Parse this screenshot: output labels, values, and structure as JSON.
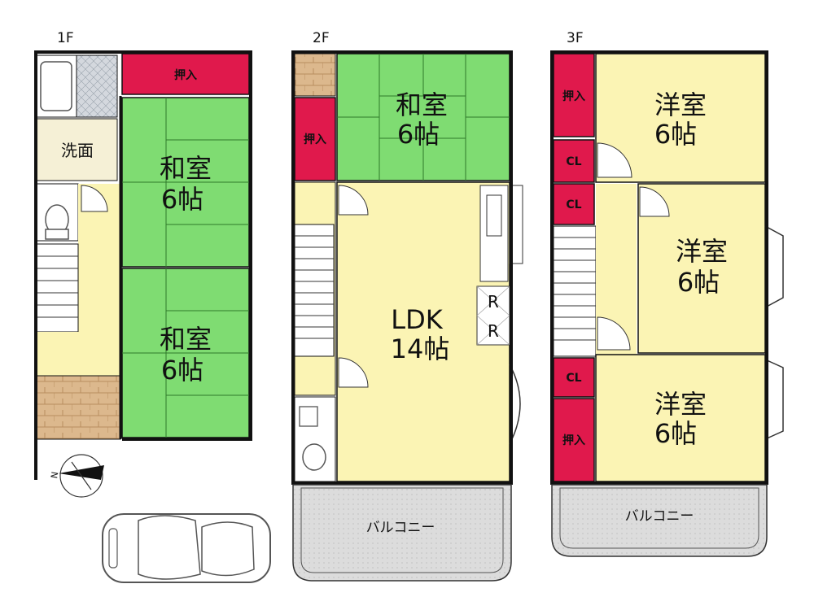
{
  "floors": {
    "f1": {
      "label": "1F",
      "closet_top": "押入",
      "washroom": "洗面",
      "room_upper": {
        "name": "和室",
        "size": "6帖"
      },
      "room_lower": {
        "name": "和室",
        "size": "6帖"
      }
    },
    "f2": {
      "label": "2F",
      "washitsu": {
        "name": "和室",
        "size": "6帖"
      },
      "closet": "押入",
      "ldk": {
        "name": "LDK",
        "size": "14帖"
      },
      "fridge_mark": "R",
      "fridge_mark2": "R",
      "balcony": "バルコニー"
    },
    "f3": {
      "label": "3F",
      "closet_top": "押入",
      "cl1": "CL",
      "cl2": "CL",
      "cl3": "CL",
      "closet_bottom": "押入",
      "room_top": {
        "name": "洋室",
        "size": "6帖"
      },
      "room_mid": {
        "name": "洋室",
        "size": "6帖"
      },
      "room_bottom": {
        "name": "洋室",
        "size": "6帖"
      },
      "balcony": "バルコニー"
    }
  },
  "compass": {
    "north": "N"
  },
  "colors": {
    "washitsu": "#7fdc72",
    "yellow": "#fbf4b4",
    "closet": "#e0194c",
    "balcony": "#dadada",
    "wall": "#111111",
    "wood": "#d9b48a",
    "tile": "#c9c9c9"
  }
}
